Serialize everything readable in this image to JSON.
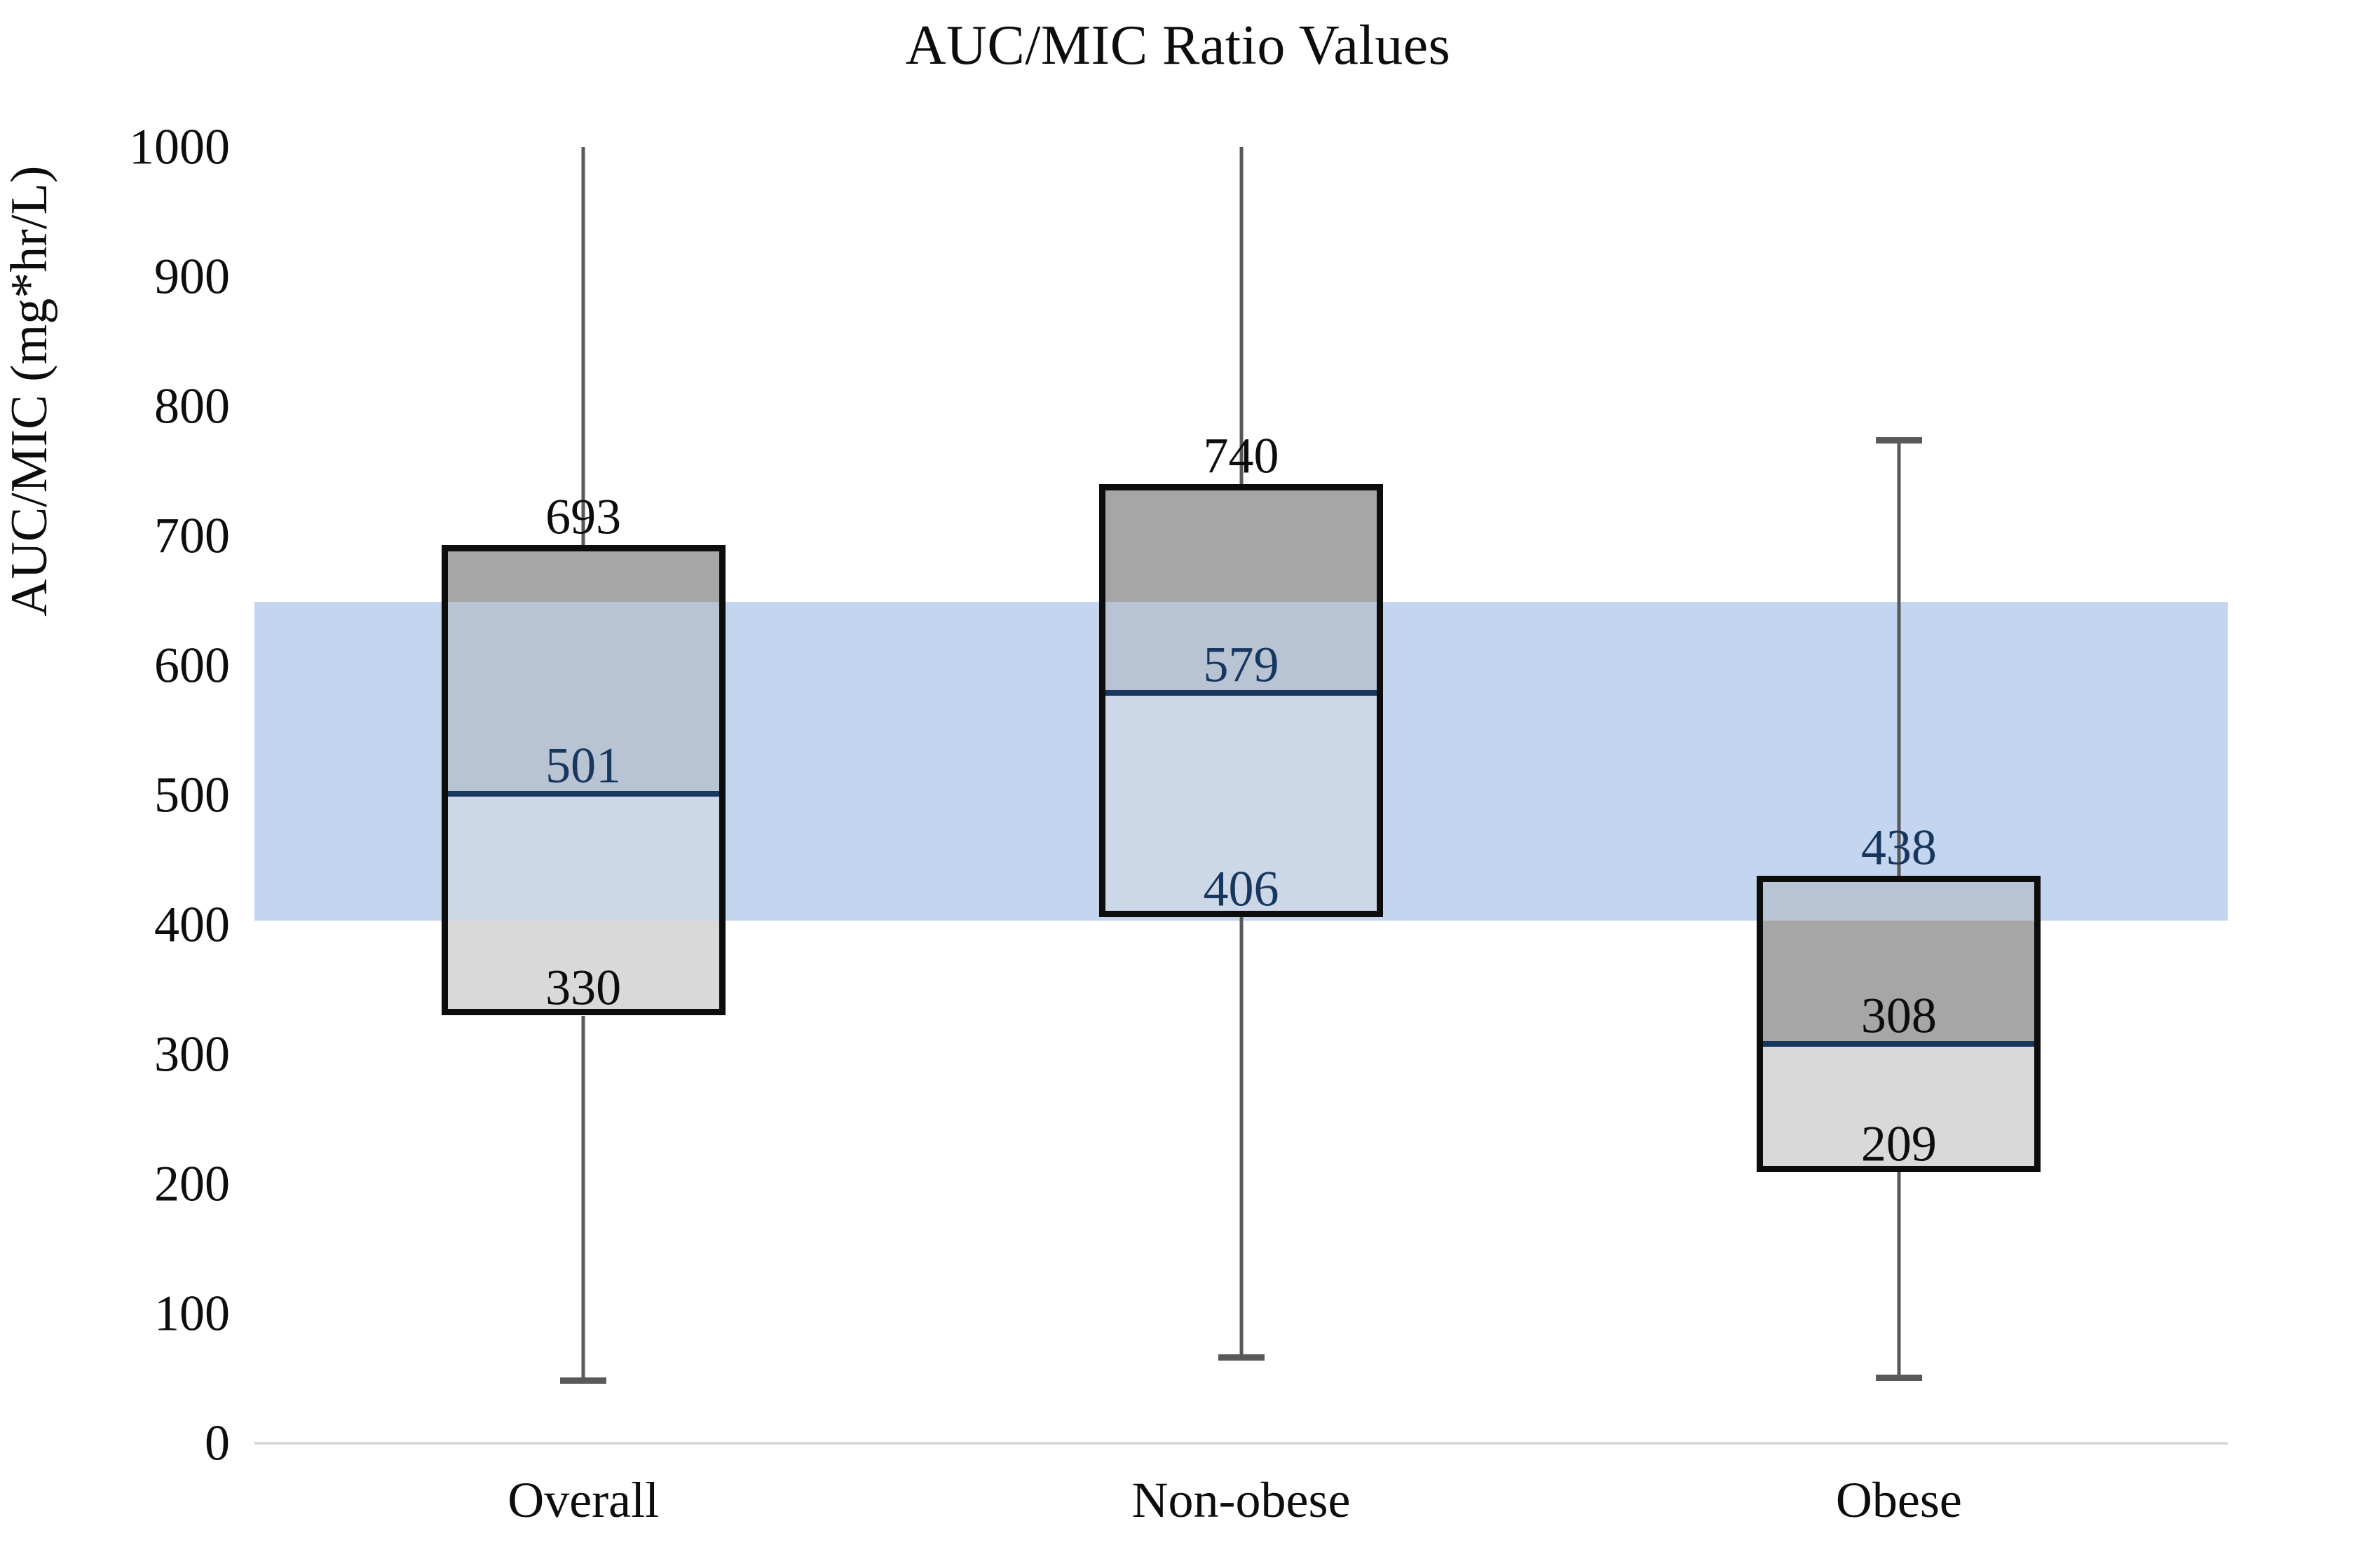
{
  "chart_data": {
    "type": "box",
    "title": "AUC/MIC Ratio Values",
    "xlabel": "",
    "ylabel": "AUC/MIC (mg*hr/L)",
    "ylim": [
      0,
      1000
    ],
    "ytick_step": 100,
    "yticks": [
      "1000",
      "900",
      "800",
      "700",
      "600",
      "500",
      "400",
      "300",
      "200",
      "100",
      "0"
    ],
    "grid": false,
    "legend": "none",
    "categories": [
      "Overall",
      "Non-obese",
      "Obese"
    ],
    "target_band": {
      "label": "",
      "lower": 403,
      "upper": 649,
      "color": "#c3d5ef"
    },
    "colors": {
      "box_border": "#0d0d0d",
      "upper_box_fill": "#a6a6a6",
      "lower_box_fill": "#d9d9d9",
      "median_line": "#17375e",
      "whisker": "#595959",
      "axis_line": "#d9d9d9",
      "band": "#c3d5ef",
      "text": "#0d0d0d",
      "text_on_band": "#17375e"
    },
    "series": [
      {
        "name": "Overall",
        "whisker_low": 46,
        "q1": 330,
        "median": 501,
        "q3": 693,
        "whisker_high": 1000,
        "labels": {
          "q3": "693",
          "median": "501",
          "q1": "330"
        }
      },
      {
        "name": "Non-obese",
        "whisker_low": 64,
        "q1": 406,
        "median": 579,
        "q3": 740,
        "whisker_high": 1000,
        "labels": {
          "q3": "740",
          "median": "579",
          "q1": "406"
        }
      },
      {
        "name": "Obese",
        "whisker_low": 48,
        "q1": 209,
        "median": 308,
        "q3": 438,
        "whisker_high": 776,
        "labels": {
          "q3": "438",
          "median": "308",
          "q1": "209"
        }
      }
    ]
  }
}
